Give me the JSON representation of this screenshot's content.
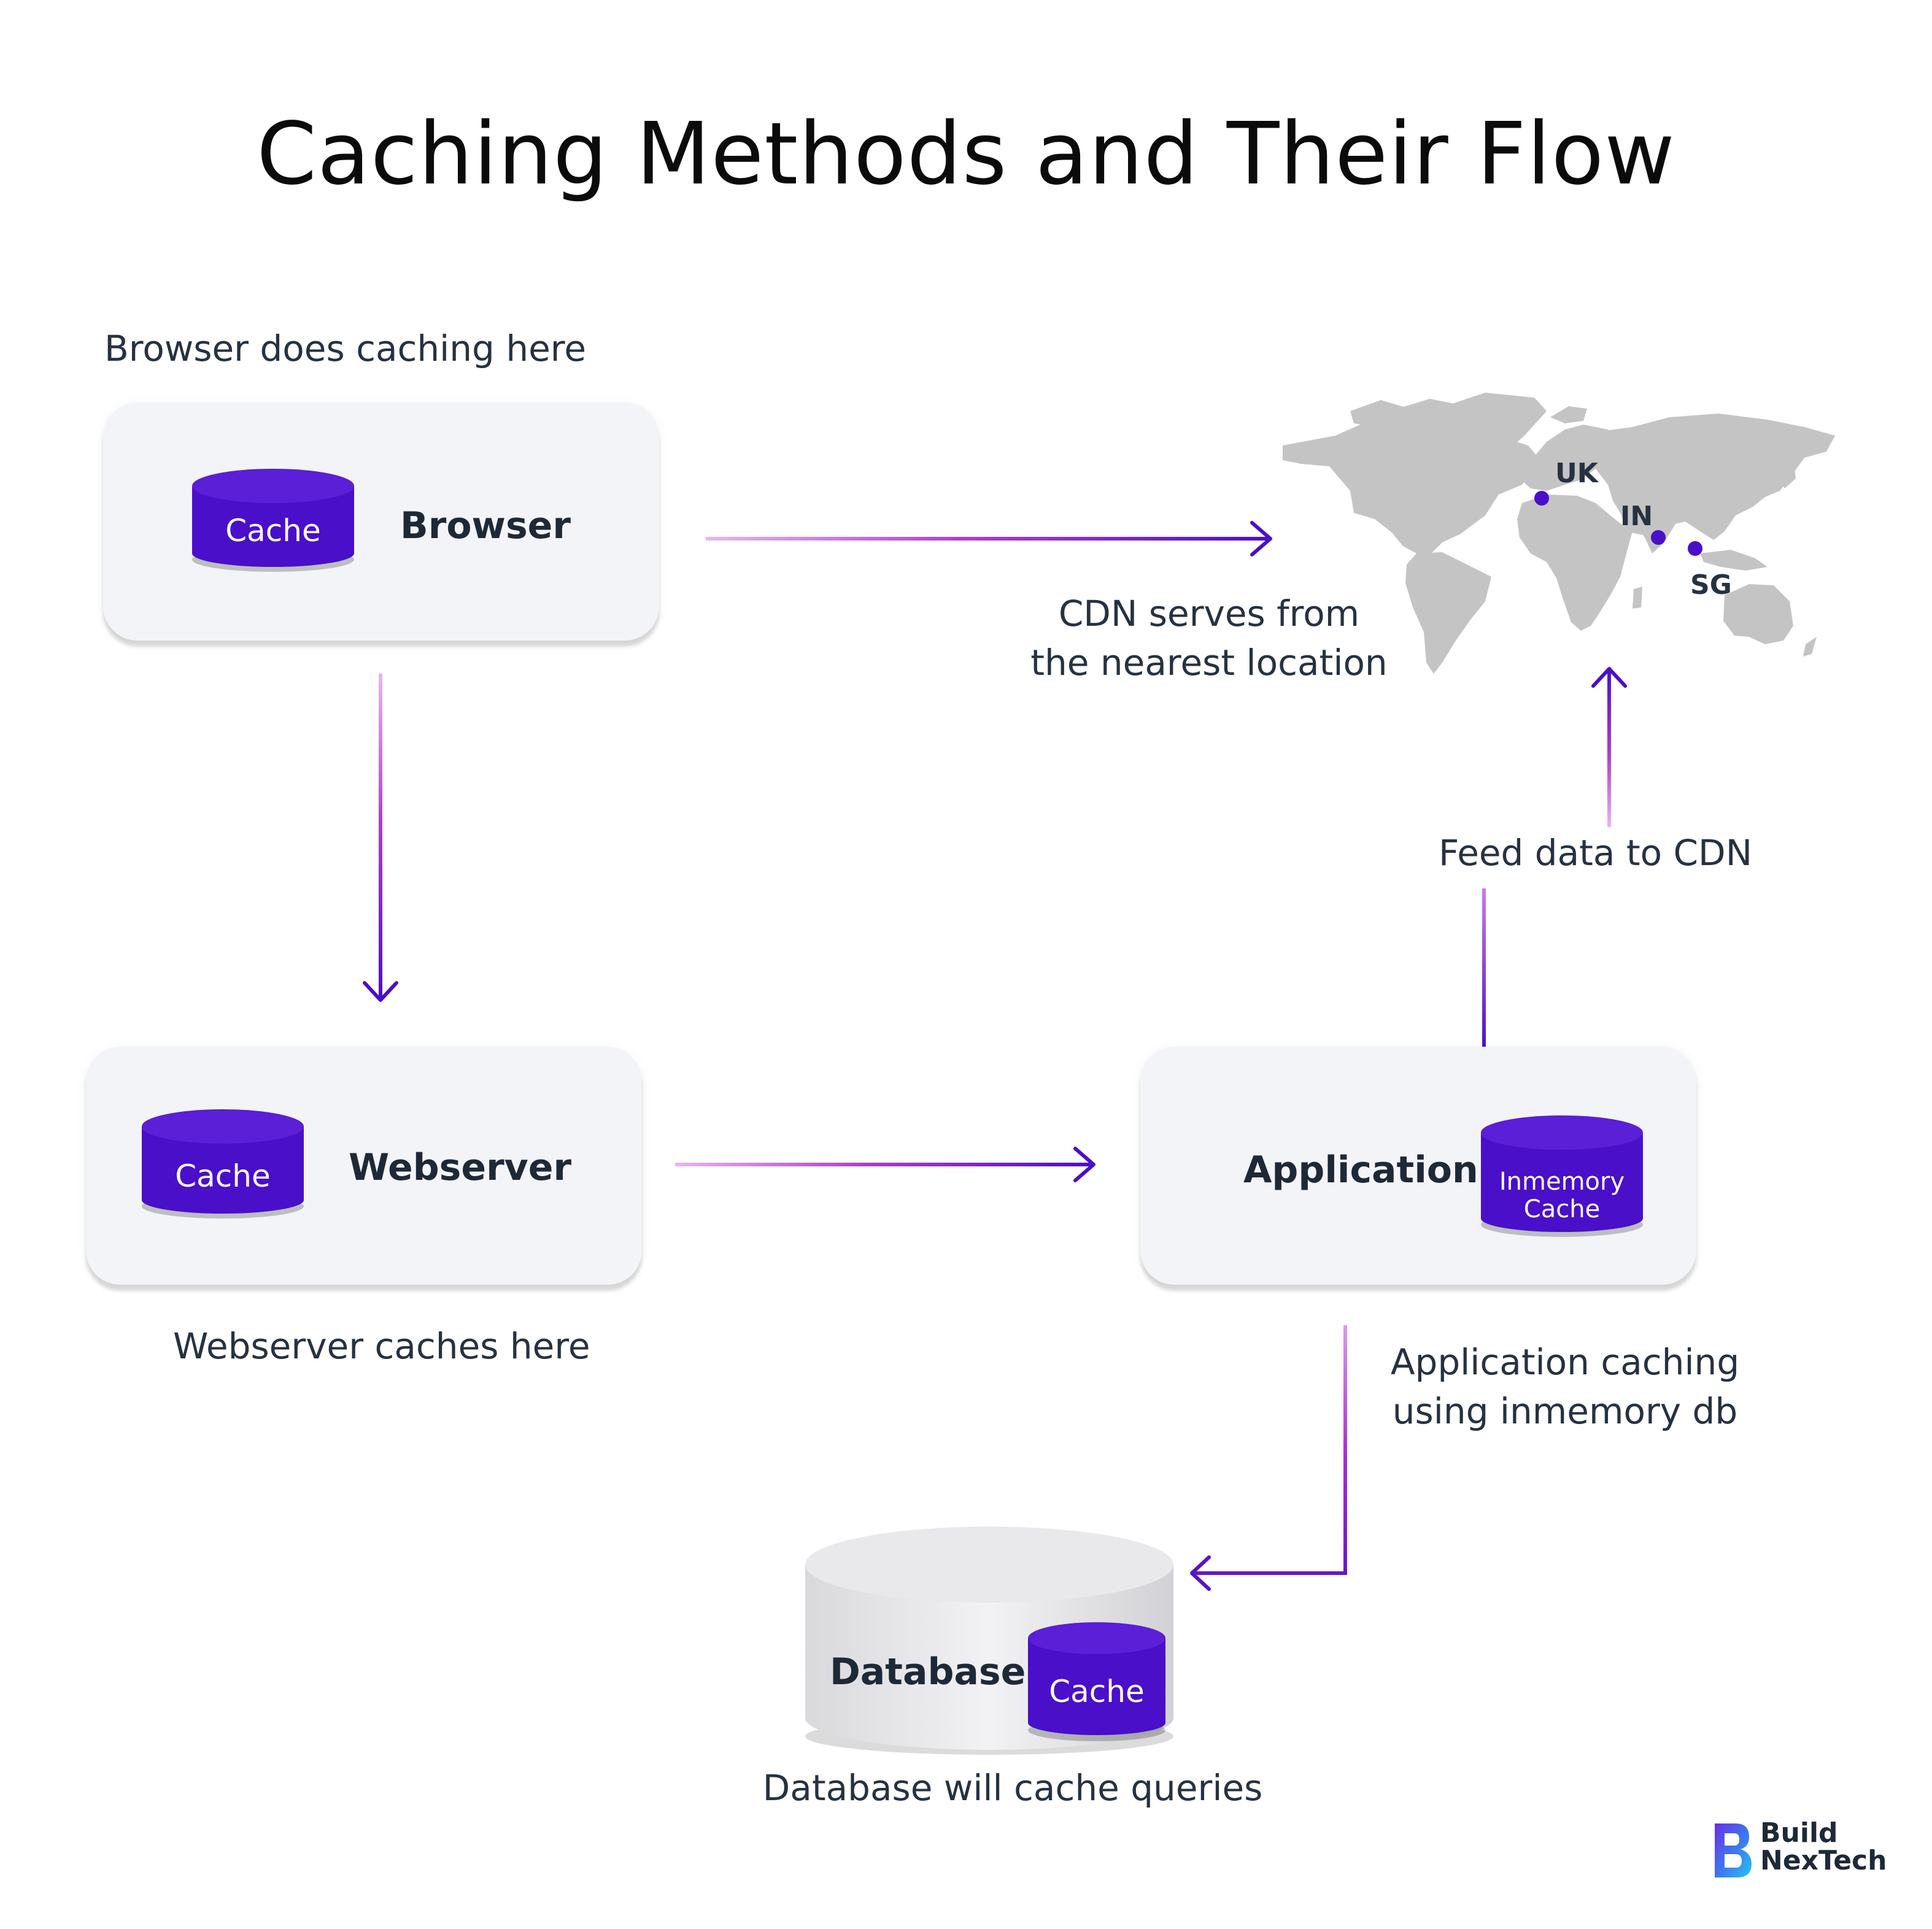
{
  "title": "Caching Methods and Their Flow",
  "browser_node": {
    "label": "Browser",
    "cache_label": "Cache",
    "caption": "Browser does caching here"
  },
  "cdn": {
    "caption_line1": "CDN serves from",
    "caption_line2": "the nearest location",
    "locations": [
      "UK",
      "IN",
      "SG"
    ],
    "feed_caption": "Feed data to CDN"
  },
  "webserver_node": {
    "label": "Webserver",
    "cache_label": "Cache",
    "caption": "Webserver caches here"
  },
  "application_node": {
    "label": "Application",
    "cache_label_line1": "Inmemory",
    "cache_label_line2": "Cache",
    "caption_line1": "Application caching",
    "caption_line2": "using inmemory db"
  },
  "database_node": {
    "label": "Database",
    "cache_label": "Cache",
    "caption": "Database will cache queries"
  },
  "brand": {
    "line1": "Build",
    "line2": "NexTech"
  },
  "colors": {
    "accent": "#4a0fc9",
    "accent_light": "#c06be0",
    "box_bg": "#f3f4f7",
    "map": "#c4c4c4"
  }
}
